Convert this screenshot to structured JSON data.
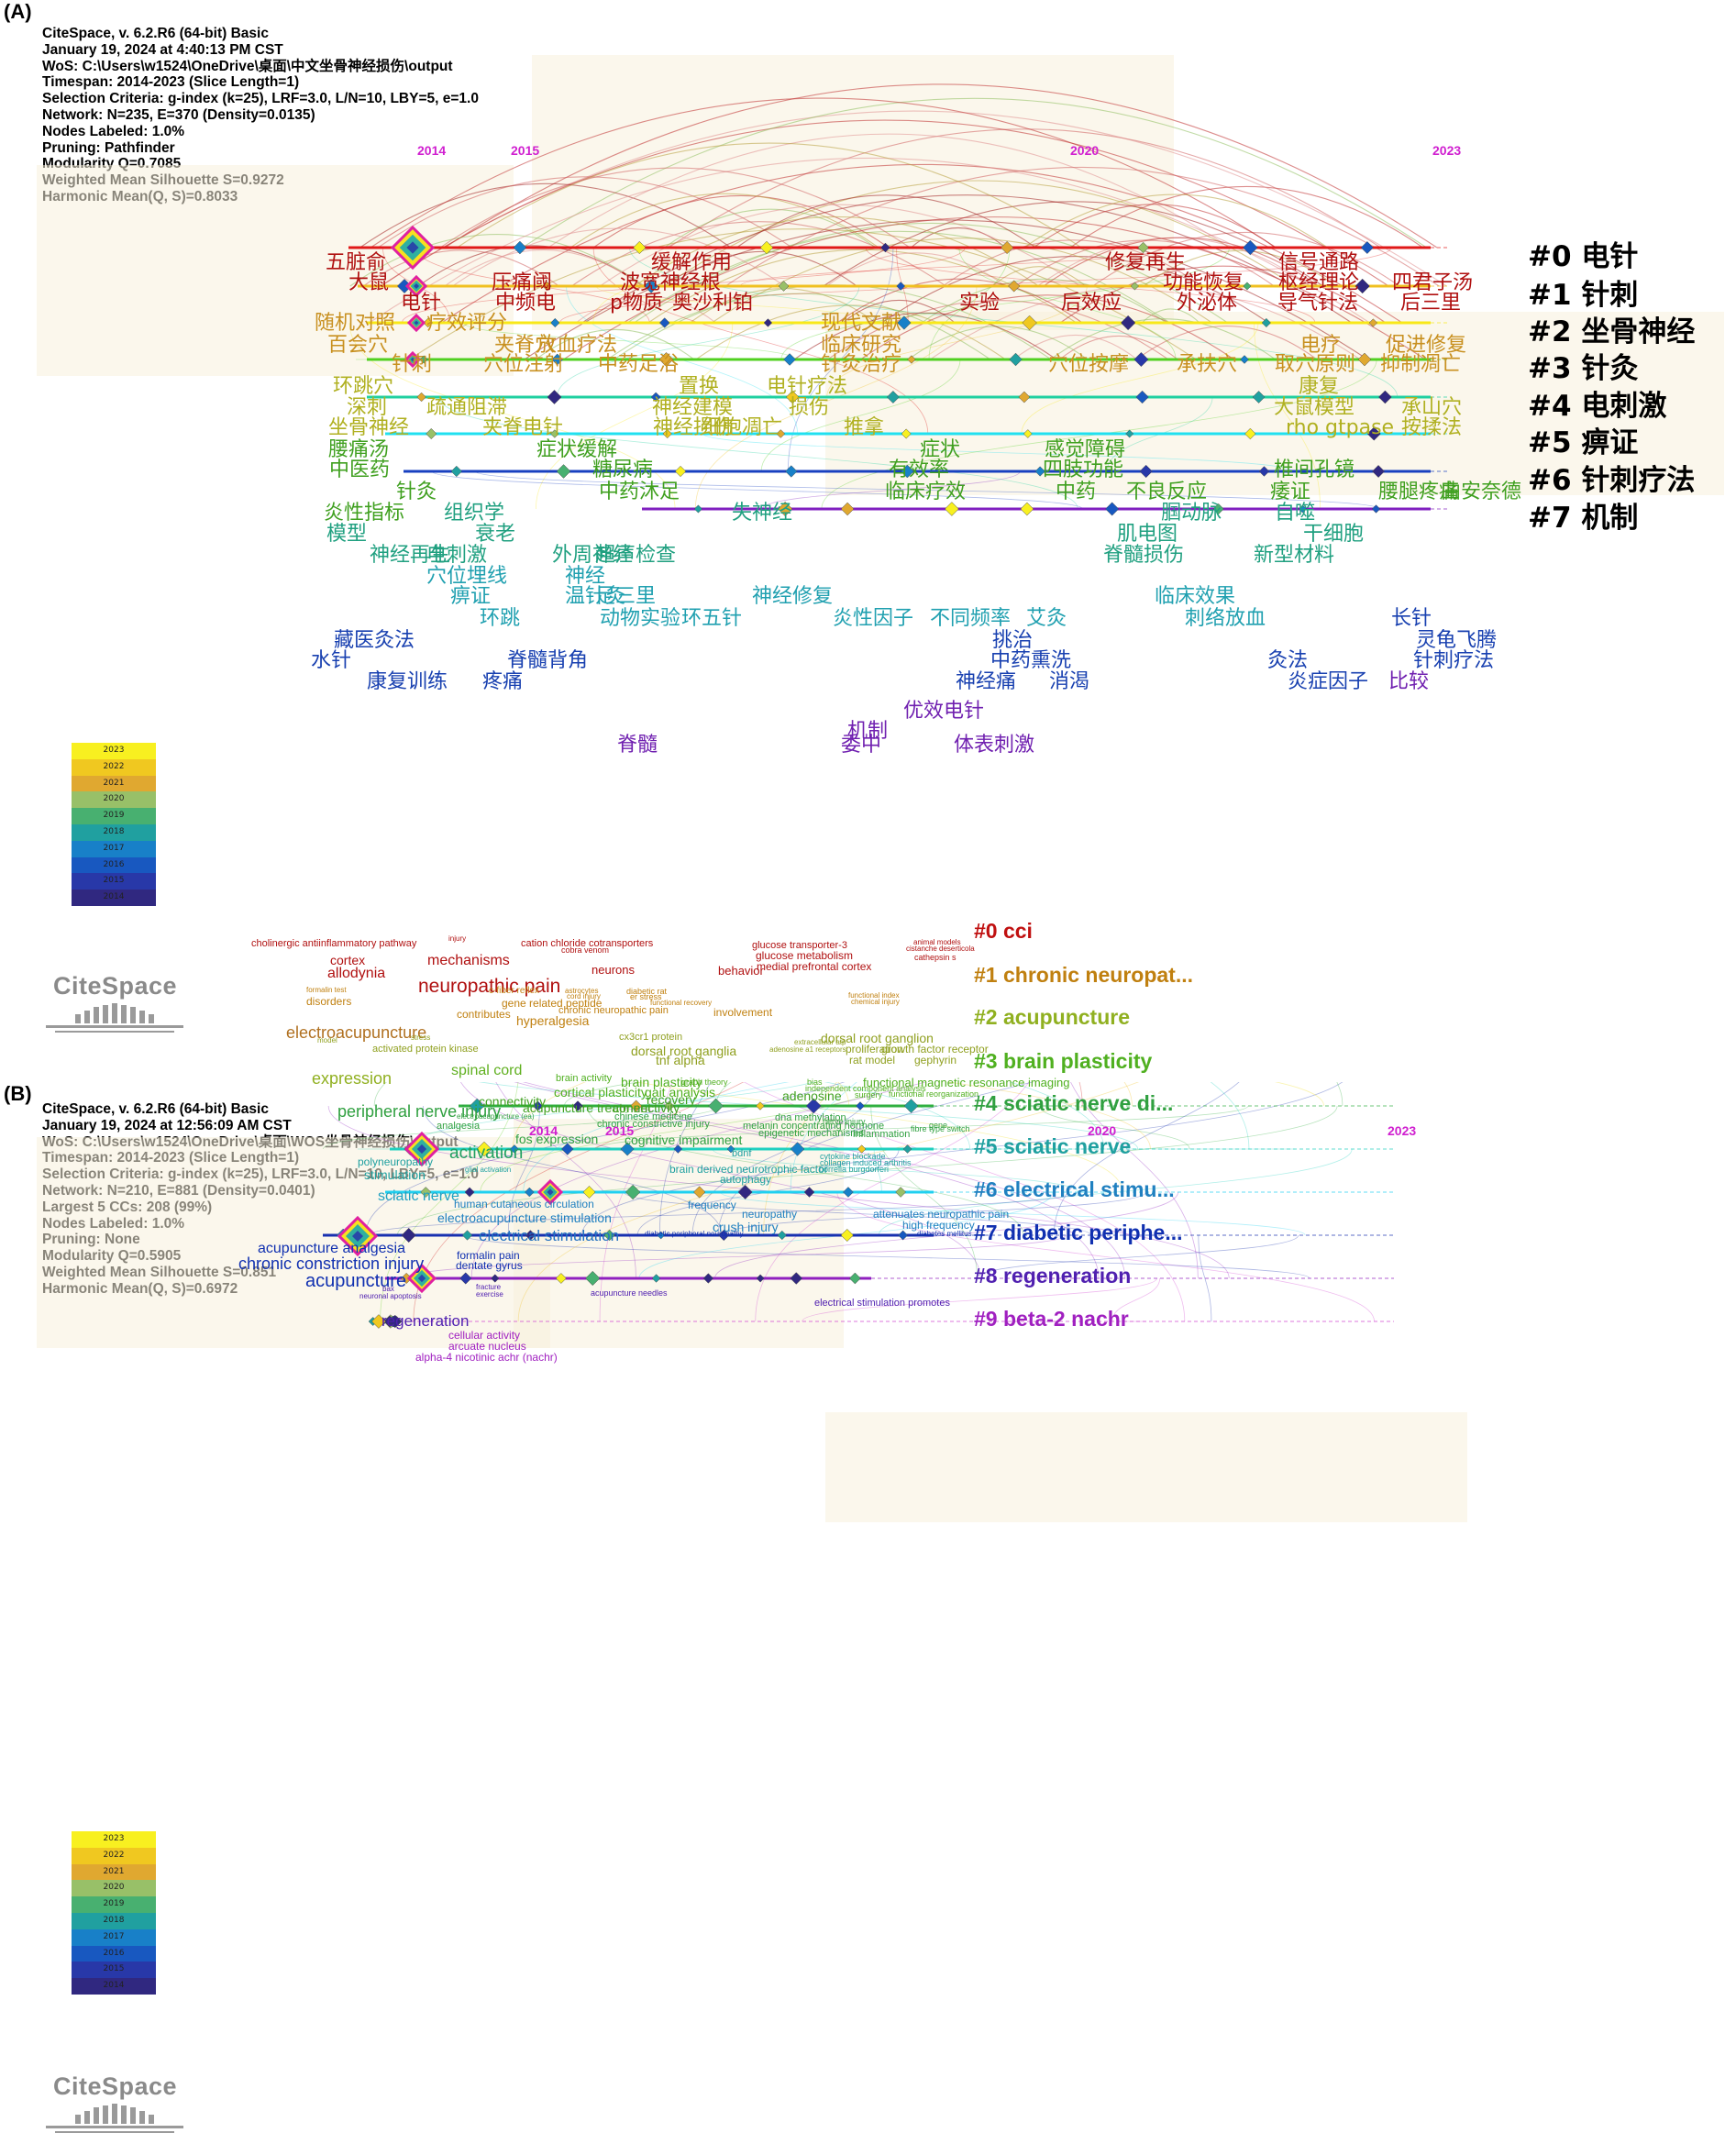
{
  "panel_a": {
    "label": "(A)",
    "meta": [
      "CiteSpace, v. 6.2.R6 (64-bit) Basic",
      "January 19, 2024 at 4:40:13 PM CST",
      "WoS: C:\\Users\\w1524\\OneDrive\\桌面\\中文坐骨神经损伤\\output",
      "Timespan: 2014-2023 (Slice Length=1)",
      "Selection Criteria: g-index (k=25), LRF=3.0, L/N=10, LBY=5, e=1.0",
      "Network: N=235, E=370 (Density=0.0135)",
      "Nodes Labeled: 1.0%",
      "Pruning: Pathfinder",
      "Modularity Q=0.7085",
      "Weighted Mean Silhouette S=0.9272",
      "Harmonic Mean(Q, S)=0.8033"
    ],
    "years": [
      "2014",
      "2015",
      "2020",
      "2023"
    ],
    "clusters": [
      {
        "label": "#0 电针",
        "color": "#d01010"
      },
      {
        "label": "#1 针刺",
        "color": "#e0b020"
      },
      {
        "label": "#2 坐骨神经",
        "color": "#f0e020"
      },
      {
        "label": "#3 针灸",
        "color": "#40c020"
      },
      {
        "label": "#4 电刺激",
        "color": "#20c0a0"
      },
      {
        "label": "#5 痹证",
        "color": "#20d0e0"
      },
      {
        "label": "#6 针刺疗法",
        "color": "#2050c0"
      },
      {
        "label": "#7 机制",
        "color": "#8020c0"
      }
    ],
    "keywords": [
      {
        "t": "五脏俞",
        "c": "#b01010"
      },
      {
        "t": "缓解作用",
        "c": "#b01010"
      },
      {
        "t": "修复再生",
        "c": "#b01010"
      },
      {
        "t": "信号通路",
        "c": "#b01010"
      },
      {
        "t": "大鼠",
        "c": "#b01010"
      },
      {
        "t": "压痛阈",
        "c": "#b01010"
      },
      {
        "t": "波宽神经根",
        "c": "#b01010"
      },
      {
        "t": "功能恢复",
        "c": "#b01010"
      },
      {
        "t": "枢经理论",
        "c": "#b01010"
      },
      {
        "t": "四君子汤",
        "c": "#b01010"
      },
      {
        "t": "电针",
        "c": "#b01010"
      },
      {
        "t": "中频电",
        "c": "#b01010"
      },
      {
        "t": "p物质",
        "c": "#b01010"
      },
      {
        "t": "奥沙利铂",
        "c": "#b01010"
      },
      {
        "t": "实验",
        "c": "#b01010"
      },
      {
        "t": "后效应",
        "c": "#b01010"
      },
      {
        "t": "外泌体",
        "c": "#b01010"
      },
      {
        "t": "导气针法",
        "c": "#b01010"
      },
      {
        "t": "后三里",
        "c": "#b01010"
      },
      {
        "t": "随机对照",
        "c": "#c89020"
      },
      {
        "t": "疗效评分",
        "c": "#c89020"
      },
      {
        "t": "现代文献",
        "c": "#c89020"
      },
      {
        "t": "百会穴",
        "c": "#c89020"
      },
      {
        "t": "夹脊穴",
        "c": "#c89020"
      },
      {
        "t": "放血疗法",
        "c": "#c89020"
      },
      {
        "t": "临床研究",
        "c": "#c89020"
      },
      {
        "t": "电疗",
        "c": "#c89020"
      },
      {
        "t": "促进修复",
        "c": "#c89020"
      },
      {
        "t": "针刺",
        "c": "#c89020"
      },
      {
        "t": "穴位注射",
        "c": "#c89020"
      },
      {
        "t": "中药足浴",
        "c": "#c89020"
      },
      {
        "t": "针灸治疗",
        "c": "#c89020"
      },
      {
        "t": "穴位按摩",
        "c": "#c89020"
      },
      {
        "t": "承扶穴",
        "c": "#c89020"
      },
      {
        "t": "取穴原则",
        "c": "#c89020"
      },
      {
        "t": "抑制凋亡",
        "c": "#c89020"
      },
      {
        "t": "环跳穴",
        "c": "#b0b020"
      },
      {
        "t": "置换",
        "c": "#b0b020"
      },
      {
        "t": "电针疗法",
        "c": "#b0b020"
      },
      {
        "t": "康复",
        "c": "#b0b020"
      },
      {
        "t": "深刺",
        "c": "#b0b020"
      },
      {
        "t": "疏通阻滞",
        "c": "#b0b020"
      },
      {
        "t": "神经建模",
        "c": "#b0b020"
      },
      {
        "t": "损伤",
        "c": "#b0b020"
      },
      {
        "t": "大鼠模型",
        "c": "#b0b020"
      },
      {
        "t": "承山穴",
        "c": "#b0b020"
      },
      {
        "t": "坐骨神经",
        "c": "#b0b020"
      },
      {
        "t": "夹脊电针",
        "c": "#b0b020"
      },
      {
        "t": "神经损伤",
        "c": "#b0b020"
      },
      {
        "t": "细胞凋亡",
        "c": "#b0b020"
      },
      {
        "t": "推拿",
        "c": "#b0b020"
      },
      {
        "t": "rho gtpase",
        "c": "#b0b020"
      },
      {
        "t": "按揉法",
        "c": "#b0b020"
      },
      {
        "t": "腰痛汤",
        "c": "#40a020"
      },
      {
        "t": "症状缓解",
        "c": "#40a020"
      },
      {
        "t": "症状",
        "c": "#40a020"
      },
      {
        "t": "感觉障碍",
        "c": "#40a020"
      },
      {
        "t": "中医药",
        "c": "#40a020"
      },
      {
        "t": "糖尿病",
        "c": "#40a020"
      },
      {
        "t": "有效率",
        "c": "#40a020"
      },
      {
        "t": "四肢功能",
        "c": "#40a020"
      },
      {
        "t": "椎间孔镜",
        "c": "#40a020"
      },
      {
        "t": "针灸",
        "c": "#40a020"
      },
      {
        "t": "中药沐足",
        "c": "#40a020"
      },
      {
        "t": "临床疗效",
        "c": "#40a020"
      },
      {
        "t": "中药",
        "c": "#40a020"
      },
      {
        "t": "不良反应",
        "c": "#40a020"
      },
      {
        "t": "痿证",
        "c": "#40a020"
      },
      {
        "t": "腰腿疼痛",
        "c": "#40a020"
      },
      {
        "t": "曲安奈德",
        "c": "#40a020"
      },
      {
        "t": "炎性指标",
        "c": "#40a020"
      },
      {
        "t": "组织学",
        "c": "#20a080"
      },
      {
        "t": "失神经",
        "c": "#20a080"
      },
      {
        "t": "腘动脉",
        "c": "#20a080"
      },
      {
        "t": "自噬",
        "c": "#20a080"
      },
      {
        "t": "模型",
        "c": "#20a080"
      },
      {
        "t": "衰老",
        "c": "#20a080"
      },
      {
        "t": "肌电图",
        "c": "#20a080"
      },
      {
        "t": "干细胞",
        "c": "#20a080"
      },
      {
        "t": "神经再生",
        "c": "#20a080"
      },
      {
        "t": "电刺激",
        "c": "#20a080"
      },
      {
        "t": "外周神经",
        "c": "#20a080"
      },
      {
        "t": "超声检查",
        "c": "#20a080"
      },
      {
        "t": "脊髓损伤",
        "c": "#20a080"
      },
      {
        "t": "新型材料",
        "c": "#20a080"
      },
      {
        "t": "穴位埋线",
        "c": "#20a0b0"
      },
      {
        "t": "神经",
        "c": "#20a0b0"
      },
      {
        "t": "痹证",
        "c": "#20a0b0"
      },
      {
        "t": "温针灸",
        "c": "#20a0b0"
      },
      {
        "t": "足三里",
        "c": "#20a0b0"
      },
      {
        "t": "神经修复",
        "c": "#20a0b0"
      },
      {
        "t": "临床效果",
        "c": "#20a0b0"
      },
      {
        "t": "环跳",
        "c": "#20a0b0"
      },
      {
        "t": "动物实验",
        "c": "#20a0b0"
      },
      {
        "t": "环五针",
        "c": "#20a0b0"
      },
      {
        "t": "炎性因子",
        "c": "#20a0b0"
      },
      {
        "t": "不同频率",
        "c": "#20a0b0"
      },
      {
        "t": "艾灸",
        "c": "#20a0b0"
      },
      {
        "t": "刺络放血",
        "c": "#20a0b0"
      },
      {
        "t": "长针",
        "c": "#1840b0"
      },
      {
        "t": "藏医灸法",
        "c": "#1840b0"
      },
      {
        "t": "挑治",
        "c": "#1840b0"
      },
      {
        "t": "灵龟飞腾",
        "c": "#1840b0"
      },
      {
        "t": "水针",
        "c": "#1840b0"
      },
      {
        "t": "脊髓背角",
        "c": "#1840b0"
      },
      {
        "t": "中药熏洗",
        "c": "#1840b0"
      },
      {
        "t": "灸法",
        "c": "#1840b0"
      },
      {
        "t": "针刺疗法",
        "c": "#1840b0"
      },
      {
        "t": "康复训练",
        "c": "#1840b0"
      },
      {
        "t": "疼痛",
        "c": "#1840b0"
      },
      {
        "t": "神经痛",
        "c": "#1840b0"
      },
      {
        "t": "消渴",
        "c": "#1840b0"
      },
      {
        "t": "炎症因子",
        "c": "#1840b0"
      },
      {
        "t": "比较",
        "c": "#7020b0"
      },
      {
        "t": "优效电针",
        "c": "#7020b0"
      },
      {
        "t": "机制",
        "c": "#7020b0"
      },
      {
        "t": "脊髓",
        "c": "#7020b0"
      },
      {
        "t": "委中",
        "c": "#7020b0"
      },
      {
        "t": "体表刺激",
        "c": "#7020b0"
      }
    ],
    "legend_years": [
      "2023",
      "2022",
      "2021",
      "2020",
      "2019",
      "2018",
      "2017",
      "2016",
      "2015",
      "2014"
    ],
    "logo": "CiteSpace"
  },
  "panel_b": {
    "label": "(B)",
    "meta": [
      "CiteSpace, v. 6.2.R6 (64-bit) Basic",
      "January 19, 2024 at 12:56:09 AM CST",
      "WoS: C:\\Users\\w1524\\OneDrive\\桌面\\WOS坐骨神经损伤\\output",
      "Timespan: 2014-2023 (Slice Length=1)",
      "Selection Criteria: g-index (k=25), LRF=3.0, L/N=10, LBY=5, e=1.0",
      "Network: N=210, E=881 (Density=0.0401)",
      "Largest 5 CCs: 208 (99%)",
      "Nodes Labeled: 1.0%",
      "Pruning: None",
      "Modularity Q=0.5905",
      "Weighted Mean Silhouette S=0.851",
      "Harmonic Mean(Q, S)=0.6972"
    ],
    "years": [
      "2014",
      "2015",
      "2020",
      "2023"
    ],
    "clusters": [
      {
        "label": "#0 cci",
        "color": "#c01010"
      },
      {
        "label": "#1 chronic neuropat...",
        "color": "#c08010"
      },
      {
        "label": "#2 acupuncture",
        "color": "#90b020"
      },
      {
        "label": "#3 brain plasticity",
        "color": "#50b020"
      },
      {
        "label": "#4 sciatic nerve di...",
        "color": "#30a040"
      },
      {
        "label": "#5 sciatic nerve",
        "color": "#20a0a0"
      },
      {
        "label": "#6 electrical stimu...",
        "color": "#2080c0"
      },
      {
        "label": "#7 diabetic periphe...",
        "color": "#1030b0"
      },
      {
        "label": "#8 regeneration",
        "color": "#5020b0"
      },
      {
        "label": "#9 beta-2 nachr",
        "color": "#a020c0"
      }
    ],
    "keywords": [
      {
        "t": "cholinergic antiinflammatory pathway",
        "c": "#b01010"
      },
      {
        "t": "injury",
        "c": "#b01010"
      },
      {
        "t": "cation chloride cotransporters",
        "c": "#b01010"
      },
      {
        "t": "cobra venom",
        "c": "#b01010"
      },
      {
        "t": "glucose transporter-3",
        "c": "#b01010"
      },
      {
        "t": "glucose metabolism",
        "c": "#b01010"
      },
      {
        "t": "medial prefrontal cortex",
        "c": "#b01010"
      },
      {
        "t": "animal models",
        "c": "#b01010"
      },
      {
        "t": "cistanche deserticola",
        "c": "#b01010"
      },
      {
        "t": "cathepsin s",
        "c": "#b01010"
      },
      {
        "t": "cortex",
        "c": "#b01010"
      },
      {
        "t": "mechanisms",
        "c": "#b01010"
      },
      {
        "t": "allodynia",
        "c": "#b01010"
      },
      {
        "t": "neurons",
        "c": "#b01010"
      },
      {
        "t": "behavior",
        "c": "#b01010"
      },
      {
        "t": "neuropathic pain",
        "c": "#b01010"
      },
      {
        "t": "formalin test",
        "c": "#c08010"
      },
      {
        "t": "disorders",
        "c": "#c08010"
      },
      {
        "t": "c-fiber reflex",
        "c": "#c08010"
      },
      {
        "t": "astrocytes",
        "c": "#c08010"
      },
      {
        "t": "cord injury",
        "c": "#c08010"
      },
      {
        "t": "diabetic rat",
        "c": "#c08010"
      },
      {
        "t": "er stress",
        "c": "#c08010"
      },
      {
        "t": "functional recovery",
        "c": "#c08010"
      },
      {
        "t": "functional index",
        "c": "#c08010"
      },
      {
        "t": "chemical injury",
        "c": "#c08010"
      },
      {
        "t": "gene related peptide",
        "c": "#c08010"
      },
      {
        "t": "chronic neuropathic pain",
        "c": "#c08010"
      },
      {
        "t": "contributes",
        "c": "#c08010"
      },
      {
        "t": "hyperalgesia",
        "c": "#c08010"
      },
      {
        "t": "involvement",
        "c": "#c08010"
      },
      {
        "t": "electroacupuncture",
        "c": "#b07020"
      },
      {
        "t": "model",
        "c": "#90a020"
      },
      {
        "t": "stress",
        "c": "#90a020"
      },
      {
        "t": "cx3cr1 protein",
        "c": "#90a020"
      },
      {
        "t": "dorsal root ganglion",
        "c": "#90a020"
      },
      {
        "t": "extracellular atp",
        "c": "#90a020"
      },
      {
        "t": "adenosine a1 receptors",
        "c": "#90a020"
      },
      {
        "t": "proliferation",
        "c": "#90a020"
      },
      {
        "t": "growth factor receptor",
        "c": "#90a020"
      },
      {
        "t": "rat model",
        "c": "#90a020"
      },
      {
        "t": "gephyrin",
        "c": "#90a020"
      },
      {
        "t": "activated protein kinase",
        "c": "#90a020"
      },
      {
        "t": "dorsal root ganglia",
        "c": "#90a020"
      },
      {
        "t": "tnf alpha",
        "c": "#90a020"
      },
      {
        "t": "expression",
        "c": "#90b020"
      },
      {
        "t": "spinal cord",
        "c": "#60b020"
      },
      {
        "t": "brain activity",
        "c": "#50b020"
      },
      {
        "t": "brain plasticity",
        "c": "#50b020"
      },
      {
        "t": "bias",
        "c": "#50b020"
      },
      {
        "t": "functional magnetic resonance imaging",
        "c": "#50b020"
      },
      {
        "t": "graph theory",
        "c": "#50b020"
      },
      {
        "t": "independent component analysis",
        "c": "#50b020"
      },
      {
        "t": "surgery",
        "c": "#50b020"
      },
      {
        "t": "functional reorganization",
        "c": "#50b020"
      },
      {
        "t": "cortical plasticity",
        "c": "#50b020"
      },
      {
        "t": "gait analysis",
        "c": "#50b020"
      },
      {
        "t": "connectivity",
        "c": "#40a020"
      },
      {
        "t": "acupuncture treatment",
        "c": "#40a020"
      },
      {
        "t": "connectivity",
        "c": "#40a020"
      },
      {
        "t": "recovery",
        "c": "#40a020"
      },
      {
        "t": "adenosine",
        "c": "#40a020"
      },
      {
        "t": "peripheral nerve injury",
        "c": "#30a040"
      },
      {
        "t": "electroacupuncture (ea)",
        "c": "#30a040"
      },
      {
        "t": "chinese medicine",
        "c": "#30a040"
      },
      {
        "t": "chronic constrictive injury",
        "c": "#30a040"
      },
      {
        "t": "dna methylation",
        "c": "#30a040"
      },
      {
        "t": "nerve injury",
        "c": "#30a040"
      },
      {
        "t": "melanin concentrating hormone",
        "c": "#30a040"
      },
      {
        "t": "epigenetic mechanisms",
        "c": "#30a040"
      },
      {
        "t": "inflammation",
        "c": "#30a040"
      },
      {
        "t": "gene",
        "c": "#30a040"
      },
      {
        "t": "fibre type switch",
        "c": "#30a040"
      },
      {
        "t": "analgesia",
        "c": "#30a040"
      },
      {
        "t": "fos expression",
        "c": "#30a040"
      },
      {
        "t": "cognitive impairment",
        "c": "#30a040"
      },
      {
        "t": "activation",
        "c": "#20a060"
      },
      {
        "t": "polyneuropathy",
        "c": "#20a0a0"
      },
      {
        "t": "bdnf",
        "c": "#20a0a0"
      },
      {
        "t": "cytokine blockade",
        "c": "#20a0a0"
      },
      {
        "t": "collagen induced arthritis",
        "c": "#20a0a0"
      },
      {
        "t": "borrelia burgdorferi",
        "c": "#20a0a0"
      },
      {
        "t": "stimulation",
        "c": "#20a0a0"
      },
      {
        "t": "glial activation",
        "c": "#20a0a0"
      },
      {
        "t": "brain derived neurotrophic factor",
        "c": "#20a0a0"
      },
      {
        "t": "autophagy",
        "c": "#20a0a0"
      },
      {
        "t": "sciatic nerve",
        "c": "#20a0c0"
      },
      {
        "t": "human cutaneous circulation",
        "c": "#2080c0"
      },
      {
        "t": "frequency",
        "c": "#2080c0"
      },
      {
        "t": "neuropathy",
        "c": "#2080c0"
      },
      {
        "t": "attenuates neuropathic pain",
        "c": "#2080c0"
      },
      {
        "t": "high frequency",
        "c": "#2080c0"
      },
      {
        "t": "electroacupuncture stimulation",
        "c": "#2080c0"
      },
      {
        "t": "crush injury",
        "c": "#2080c0"
      },
      {
        "t": "electrical stimulation",
        "c": "#2070c0"
      },
      {
        "t": "diabetic peripheral neuropathy",
        "c": "#1030b0"
      },
      {
        "t": "diabetes mellitus",
        "c": "#1030b0"
      },
      {
        "t": "acupuncture analgesia",
        "c": "#1030b0"
      },
      {
        "t": "chronic constriction injury",
        "c": "#1030b0"
      },
      {
        "t": "formalin pain",
        "c": "#1030b0"
      },
      {
        "t": "dentate gyrus",
        "c": "#1030b0"
      },
      {
        "t": "acupuncture",
        "c": "#1030b0"
      },
      {
        "t": "bax",
        "c": "#5020b0"
      },
      {
        "t": "neuronal apoptosis",
        "c": "#5020b0"
      },
      {
        "t": "fracture",
        "c": "#5020b0"
      },
      {
        "t": "exercise",
        "c": "#5020b0"
      },
      {
        "t": "acupuncture needles",
        "c": "#5020b0"
      },
      {
        "t": "electrical stimulation promotes",
        "c": "#5020b0"
      },
      {
        "t": "regeneration",
        "c": "#5020b0"
      },
      {
        "t": "cellular activity",
        "c": "#a020c0"
      },
      {
        "t": "arcuate nucleus",
        "c": "#a020c0"
      },
      {
        "t": "alpha-4 nicotinic achr (nachr)",
        "c": "#a020c0"
      }
    ],
    "legend_years": [
      "2023",
      "2022",
      "2021",
      "2020",
      "2019",
      "2018",
      "2017",
      "2016",
      "2015",
      "2014"
    ],
    "logo": "CiteSpace"
  }
}
